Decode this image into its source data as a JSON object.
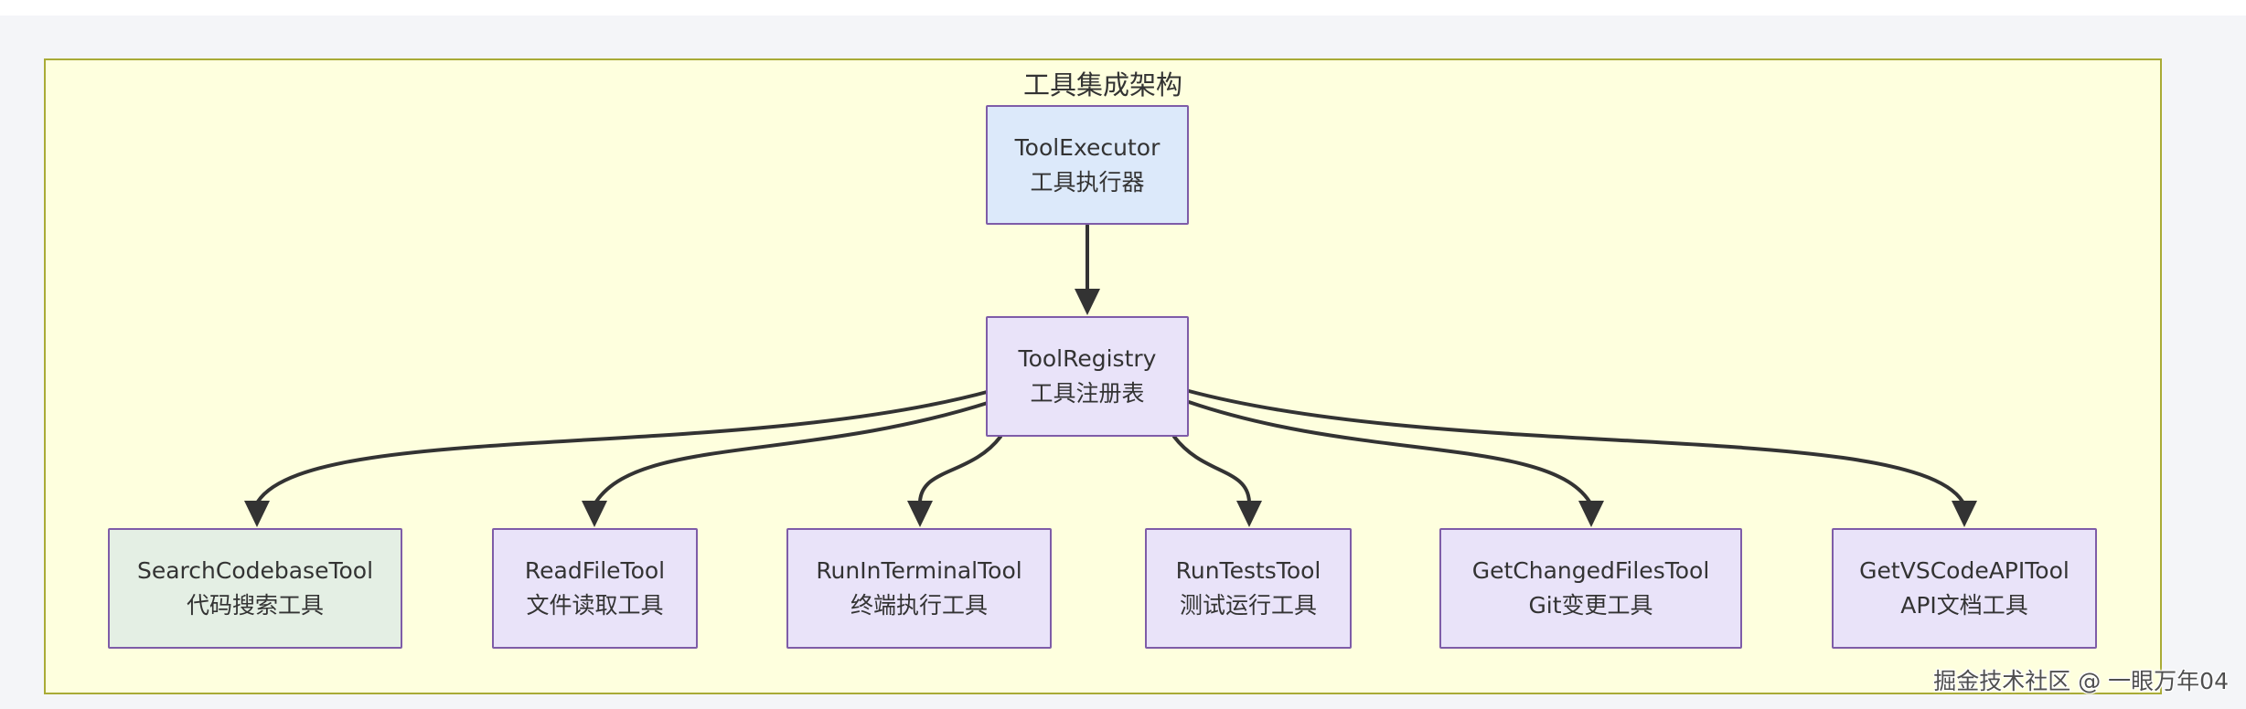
{
  "diagram": {
    "type": "flowchart",
    "title": "工具集成架构",
    "nodes": [
      {
        "id": "executor",
        "name": "ToolExecutor",
        "label": "工具执行器",
        "fill": "#dce9fa",
        "stroke": "#7e5ca8"
      },
      {
        "id": "registry",
        "name": "ToolRegistry",
        "label": "工具注册表",
        "fill": "#e9e3f9",
        "stroke": "#7e5ca8"
      },
      {
        "id": "search",
        "name": "SearchCodebaseTool",
        "label": "代码搜索工具",
        "fill": "#e4efe4",
        "stroke": "#7e5ca8"
      },
      {
        "id": "readfile",
        "name": "ReadFileTool",
        "label": "文件读取工具",
        "fill": "#e9e3f9",
        "stroke": "#7e5ca8"
      },
      {
        "id": "terminal",
        "name": "RunInTerminalTool",
        "label": "终端执行工具",
        "fill": "#e9e3f9",
        "stroke": "#7e5ca8"
      },
      {
        "id": "runtests",
        "name": "RunTestsTool",
        "label": "测试运行工具",
        "fill": "#e9e3f9",
        "stroke": "#7e5ca8"
      },
      {
        "id": "changed",
        "name": "GetChangedFilesTool",
        "label": "Git变更工具",
        "fill": "#e9e3f9",
        "stroke": "#7e5ca8"
      },
      {
        "id": "vscode",
        "name": "GetVSCodeAPITool",
        "label": "API文档工具",
        "fill": "#e9e3f9",
        "stroke": "#7e5ca8"
      }
    ],
    "edges": [
      {
        "from": "ToolExecutor",
        "to": "ToolRegistry"
      },
      {
        "from": "ToolRegistry",
        "to": "SearchCodebaseTool"
      },
      {
        "from": "ToolRegistry",
        "to": "ReadFileTool"
      },
      {
        "from": "ToolRegistry",
        "to": "RunInTerminalTool"
      },
      {
        "from": "ToolRegistry",
        "to": "RunTestsTool"
      },
      {
        "from": "ToolRegistry",
        "to": "GetChangedFilesTool"
      },
      {
        "from": "ToolRegistry",
        "to": "GetVSCodeAPITool"
      }
    ],
    "colors": {
      "cluster_fill": "#feffde",
      "cluster_stroke": "#a9ab36",
      "edge": "#333333",
      "text": "#333333",
      "page_background": "#f4f5f8"
    }
  },
  "watermark": {
    "text": "掘金技术社区 @ 一眼万年04"
  }
}
